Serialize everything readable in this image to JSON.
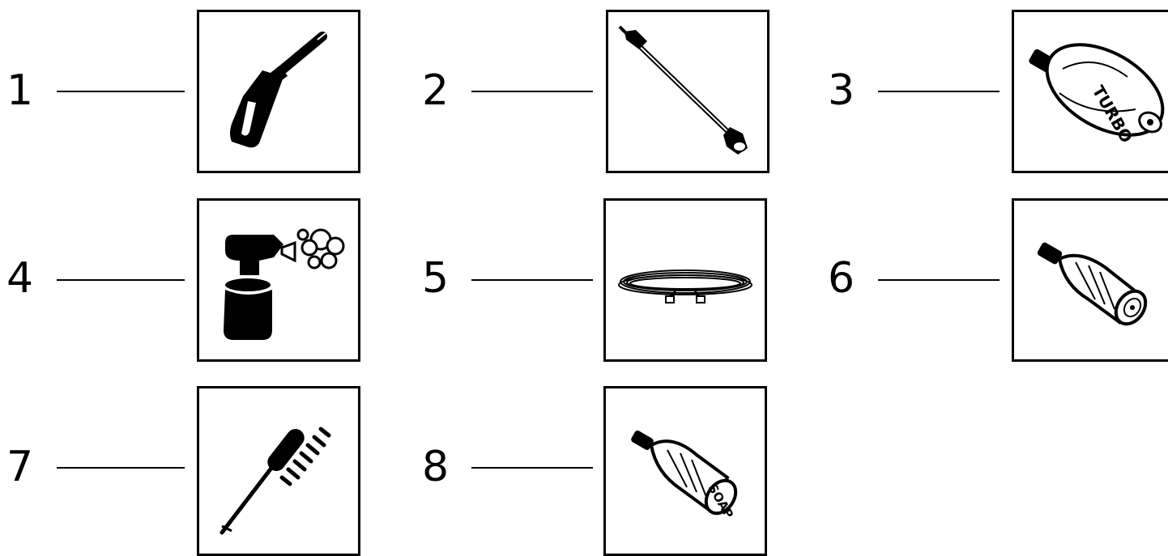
{
  "items": [
    {
      "number": "1",
      "icon": "spray-gun-icon"
    },
    {
      "number": "2",
      "icon": "lance-wand-icon"
    },
    {
      "number": "3",
      "icon": "turbo-nozzle-icon",
      "text": "TURBO"
    },
    {
      "number": "4",
      "icon": "foam-bottle-icon"
    },
    {
      "number": "5",
      "icon": "coiled-hose-icon"
    },
    {
      "number": "6",
      "icon": "adjustable-nozzle-icon"
    },
    {
      "number": "7",
      "icon": "brush-icon"
    },
    {
      "number": "8",
      "icon": "soap-nozzle-icon",
      "text": "SOAP"
    }
  ]
}
